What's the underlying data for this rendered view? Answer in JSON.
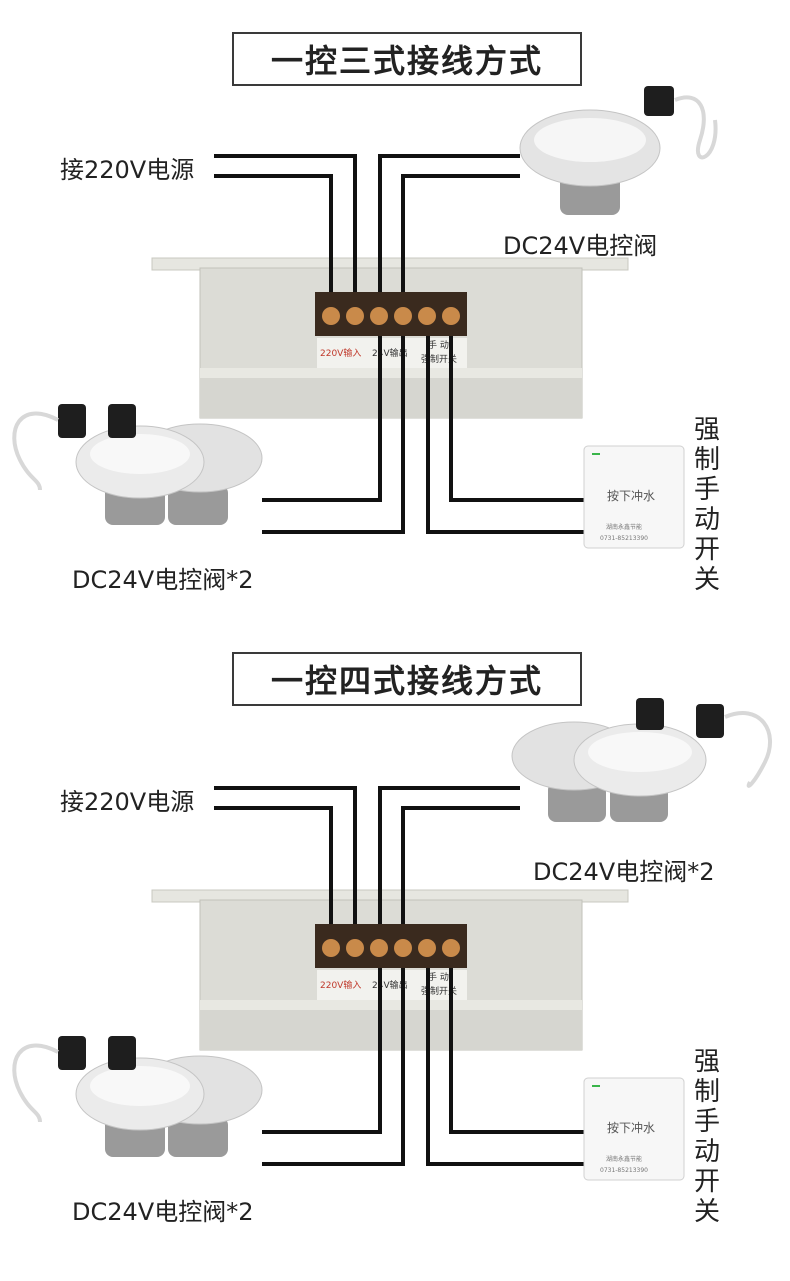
{
  "section1": {
    "title": "一控三式接线方式",
    "power_label": "接220V电源",
    "valve_top_label": "DC24V电控阀",
    "valve_bottom_label": "DC24V电控阀*2",
    "switch_vertical_label": "强制手动开关",
    "switch_button_text": "按下冲水",
    "switch_brand_text": "湖南永鑫节能",
    "switch_phone_text": "0731-85213390",
    "terminal_labels": [
      "220V输入",
      "24V输出",
      "手 动",
      "强制开关"
    ]
  },
  "section2": {
    "title": "一控四式接线方式",
    "power_label": "接220V电源",
    "valve_top_label": "DC24V电控阀*2",
    "valve_bottom_label": "DC24V电控阀*2",
    "switch_vertical_label": "强制手动开关",
    "switch_button_text": "按下冲水",
    "switch_brand_text": "湖南永鑫节能",
    "switch_phone_text": "0731-85213390",
    "terminal_labels": [
      "220V输入",
      "24V输出",
      "手 动",
      "强制开关"
    ]
  },
  "colors": {
    "wire": "#111111",
    "box": "#dcdcd6",
    "terminal_block": "#3a2a1e",
    "screw": "#c98a4a",
    "terminal_label_red": "#c0392b"
  }
}
